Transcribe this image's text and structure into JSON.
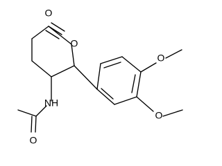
{
  "molecule": {
    "labels": {
      "carbonyl_oxygen": "O",
      "ring_oxygen": "O",
      "amide_nitrogen": "NH",
      "amide_oxygen": "O",
      "methoxy_oxygen_top": "O",
      "methoxy_oxygen_bottom": "O"
    }
  }
}
